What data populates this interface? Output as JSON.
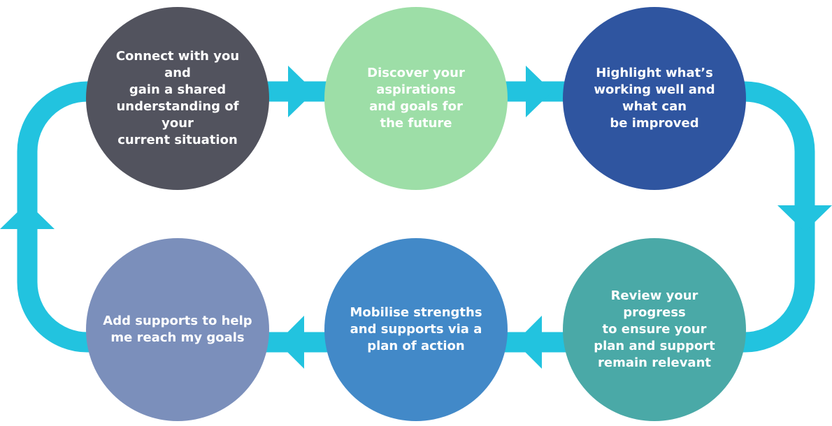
{
  "colors": {
    "flow": "#22c3df",
    "step1": "#52535e",
    "step2": "#9ddea7",
    "step3": "#2f55a0",
    "step4": "#4aa9a7",
    "step5": "#4289c8",
    "step6": "#7b8fbb"
  },
  "steps": [
    {
      "label": "Connect with you and\ngain a shared\nunderstanding of your\ncurrent situation"
    },
    {
      "label": "Discover your\naspirations\nand goals for\nthe future"
    },
    {
      "label": "Highlight what’s\nworking well and\nwhat can\nbe improved"
    },
    {
      "label": "Review your progress\nto ensure your\nplan and support\nremain relevant"
    },
    {
      "label": "Mobilise strengths\nand supports via a\nplan of action"
    },
    {
      "label": "Add supports to help\nme reach my goals"
    }
  ]
}
